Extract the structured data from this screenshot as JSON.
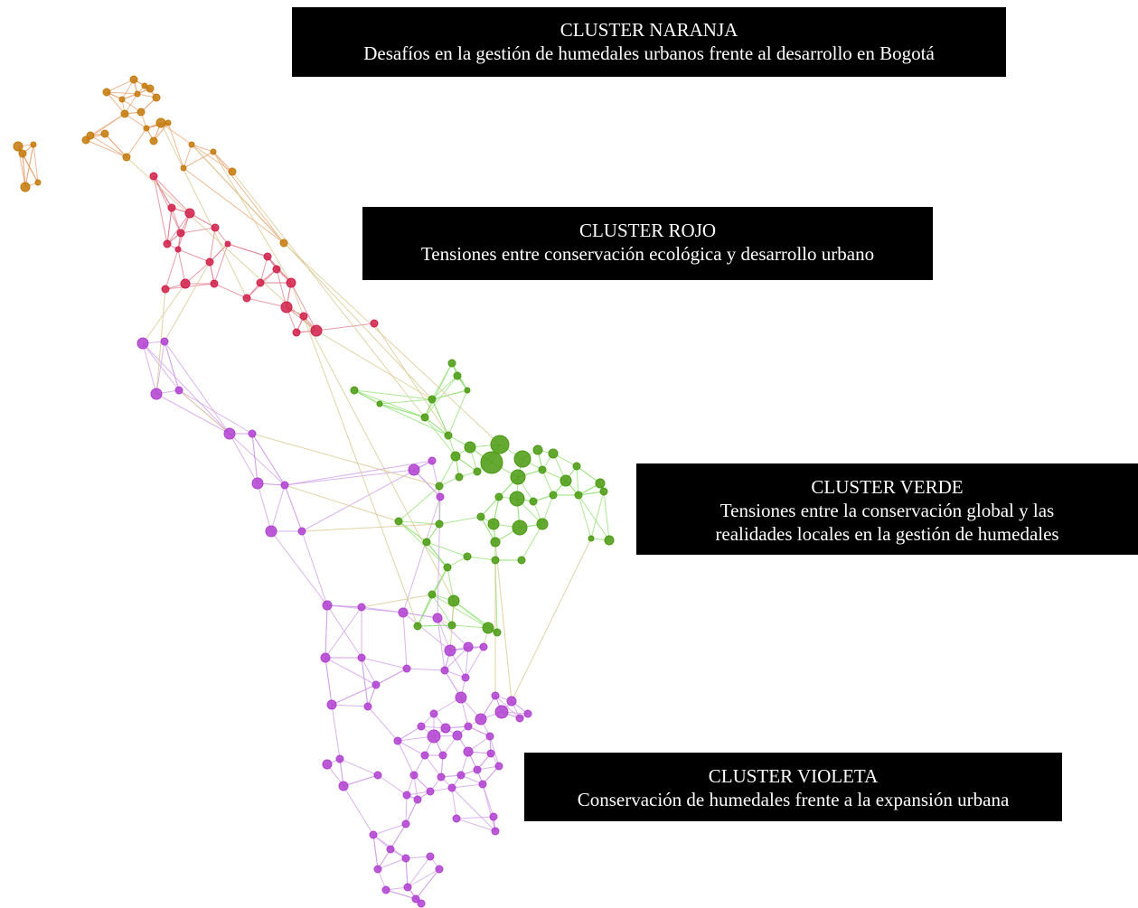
{
  "clusters": {
    "naranja": {
      "title": "CLUSTER NARANJA",
      "lines": [
        "Desafíos en la gestión de humedales urbanos frente al desarrollo en Bogotá"
      ],
      "color": "#c47a0c",
      "edge": "#e8a070"
    },
    "rojo": {
      "title": "CLUSTER ROJO",
      "lines": [
        "Tensiones entre conservación ecológica y desarrollo urbano"
      ],
      "color": "#d0204a",
      "edge": "#e07a8a"
    },
    "verde": {
      "title": "CLUSTER VERDE",
      "lines": [
        "Tensiones entre la conservación global y las",
        "realidades locales en la gestión de humedales"
      ],
      "color": "#4a9a10",
      "edge": "#8fe070"
    },
    "violeta": {
      "title": "CLUSTER VIOLETA",
      "lines": [
        "Conservación de humedales frente a la expansión urbana"
      ],
      "color": "#b040d0",
      "edge": "#cf9ae8"
    }
  }
}
